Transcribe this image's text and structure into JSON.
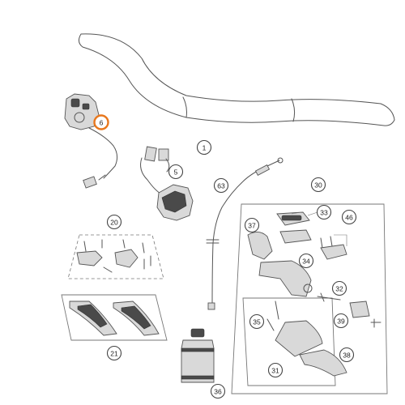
{
  "diagram": {
    "callouts": [
      {
        "id": "handlebar",
        "label": "1"
      },
      {
        "id": "switch",
        "label": "6",
        "highlight": true
      },
      {
        "id": "kill-switch",
        "label": "5"
      },
      {
        "id": "throttle-cable",
        "label": "63"
      },
      {
        "id": "handguard-mount-kit",
        "label": "20"
      },
      {
        "id": "handguards",
        "label": "21"
      },
      {
        "id": "brake-assembly",
        "label": "30"
      },
      {
        "id": "reservoir-cap",
        "label": "33"
      },
      {
        "id": "reservoir-cover",
        "label": "37"
      },
      {
        "id": "diaphragm",
        "label": "34"
      },
      {
        "id": "clamp-bolts",
        "label": "46"
      },
      {
        "id": "piston-kit",
        "label": "32"
      },
      {
        "id": "pivot-kit",
        "label": "35"
      },
      {
        "id": "spring-kit",
        "label": "39"
      },
      {
        "id": "lever",
        "label": "38"
      },
      {
        "id": "lever-repair-kit",
        "label": "31"
      },
      {
        "id": "brake-fluid",
        "label": "36"
      }
    ],
    "highlight_color": "#e8781e"
  }
}
